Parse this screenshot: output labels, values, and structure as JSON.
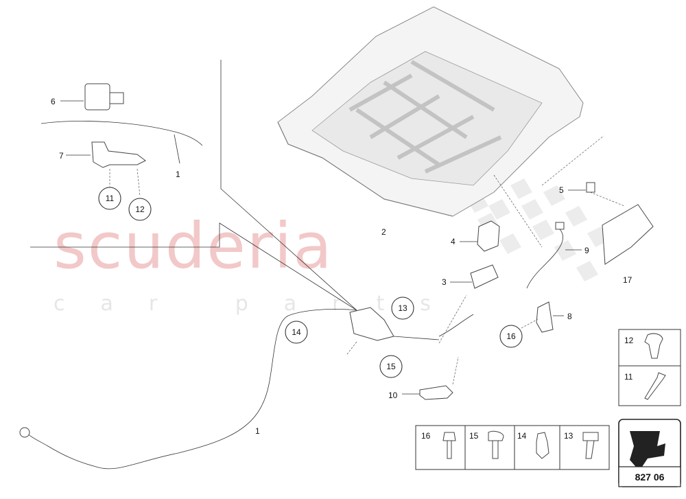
{
  "watermark": {
    "main": "scuderia",
    "sub": "car parts"
  },
  "callouts": {
    "c1a": "1",
    "c1b": "1",
    "c2": "2",
    "c3": "3",
    "c4": "4",
    "c5": "5",
    "c6": "6",
    "c7": "7",
    "c8": "8",
    "c9": "9",
    "c10": "10",
    "c17": "17"
  },
  "circled": {
    "c11": "11",
    "c12": "12",
    "c13": "13",
    "c14": "14",
    "c15": "15",
    "c16a": "16"
  },
  "legend_right": [
    "12",
    "11"
  ],
  "legend_bottom": [
    "16",
    "15",
    "14",
    "13"
  ],
  "page_code": "827 06",
  "colors": {
    "watermark": "#f2c8c8",
    "line": "#333333"
  }
}
